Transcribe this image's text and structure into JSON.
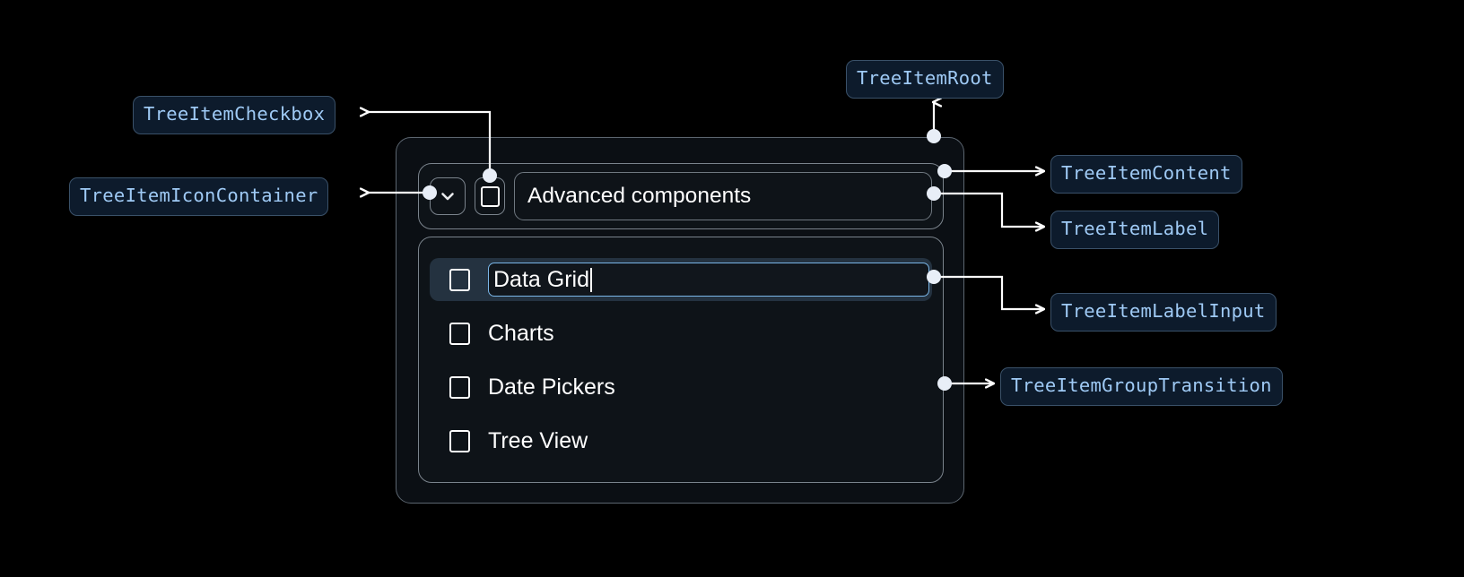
{
  "background": "#000000",
  "theme": {
    "chip_text": "#9fcaf5",
    "chip_bg": "#0d1b2c",
    "chip_border": "#3a5169",
    "connector": "#ffffff",
    "panel_border": "#7a838c",
    "root_border": "#5c6670",
    "selected_row_bg": "#243240",
    "input_focus_border": "#7ab6e8",
    "text": "#ffffff"
  },
  "annotations": [
    {
      "id": "tree-item-checkbox",
      "label": "TreeItemCheckbox"
    },
    {
      "id": "tree-item-icon-container",
      "label": "TreeItemIconContainer"
    },
    {
      "id": "tree-item-root",
      "label": "TreeItemRoot"
    },
    {
      "id": "tree-item-content",
      "label": "TreeItemContent"
    },
    {
      "id": "tree-item-label",
      "label": "TreeItemLabel"
    },
    {
      "id": "tree-item-label-input",
      "label": "TreeItemLabelInput"
    },
    {
      "id": "tree-item-group-transition",
      "label": "TreeItemGroupTransition"
    }
  ],
  "tree": {
    "root": {
      "icon": "chevron-down-icon",
      "checkbox_checked": false,
      "label": "Advanced components",
      "expanded": true
    },
    "children": [
      {
        "label": "Data Grid",
        "checked": false,
        "editing": true,
        "selected": true,
        "input_value": "Data Grid"
      },
      {
        "label": "Charts",
        "checked": false,
        "editing": false,
        "selected": false
      },
      {
        "label": "Date Pickers",
        "checked": false,
        "editing": false,
        "selected": false
      },
      {
        "label": "Tree View",
        "checked": false,
        "editing": false,
        "selected": false
      }
    ]
  }
}
